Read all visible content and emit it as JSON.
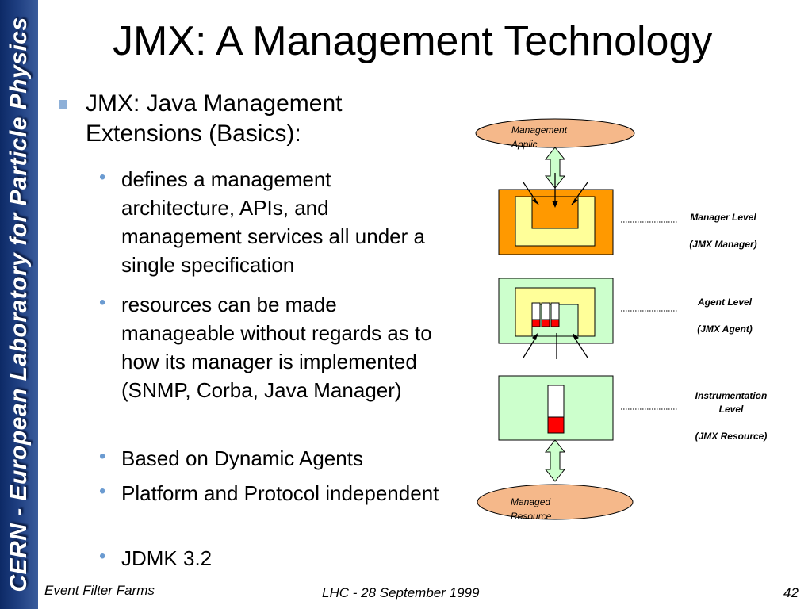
{
  "sidebar": {
    "text": "CERN - European Laboratory for Particle Physics"
  },
  "title": "JMX: A Management Technology",
  "main_bullet": "JMX: Java Management Extensions (Basics):",
  "sub_bullets": [
    "defines a management architecture, APIs, and management services all under a single specification",
    "resources can be made manageable without regards as to how its manager is implemented (SNMP, Corba, Java Manager)",
    "Based on Dynamic Agents",
    "Platform and Protocol independent",
    "JDMK 3.2"
  ],
  "diagram": {
    "top_ellipse": {
      "line1": "Management",
      "line2": "Applic"
    },
    "bottom_ellipse": {
      "line1": "Managed",
      "line2": "Resource"
    },
    "manager_level": {
      "line1": "Manager Level",
      "line2": "(JMX Manager)"
    },
    "agent_level": {
      "line1": "Agent Level",
      "line2": "(JMX Agent)"
    },
    "instrumentation_level": {
      "line1": "Instrumentation",
      "line2": "Level",
      "line3": "(JMX Resource)"
    },
    "colors": {
      "ellipse_fill": "#f5b88a",
      "manager_outer": "#ff9900",
      "inner_yellow": "#ffff99",
      "light_green": "#ccffcc",
      "red": "#ff0000"
    }
  },
  "footer": {
    "left": "Event Filter Farms",
    "center": "LHC - 28 September 1999",
    "page": "42"
  }
}
